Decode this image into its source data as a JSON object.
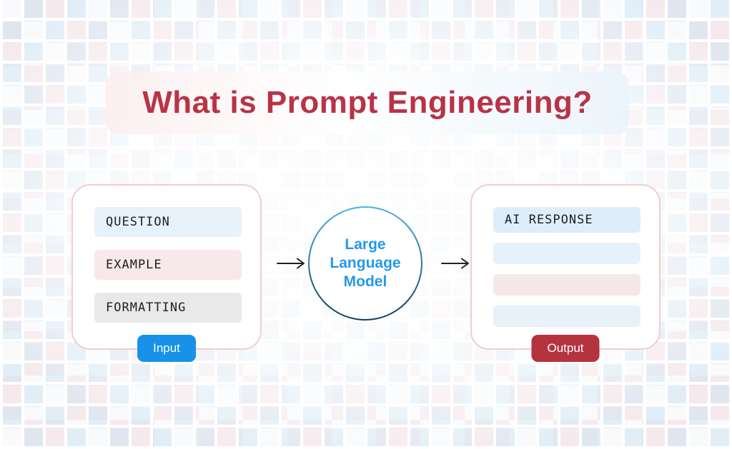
{
  "title": "What is Prompt Engineering?",
  "input_card": {
    "items": [
      {
        "label": "QUESTION",
        "color": "#e7f2fb"
      },
      {
        "label": "EXAMPLE",
        "color": "#f7e9e9"
      },
      {
        "label": "FORMATTING",
        "color": "#e9e9ea"
      }
    ],
    "badge": "Input"
  },
  "model": {
    "lines": [
      "Large",
      "Language",
      "Model"
    ],
    "text_color": "#2499ec"
  },
  "output_card": {
    "response_label": "AI RESPONSE",
    "placeholder_bars": [
      {
        "color": "#e5f2fb"
      },
      {
        "color": "#f6e8e8"
      },
      {
        "color": "#e8f1f8"
      }
    ],
    "badge": "Output"
  },
  "colors": {
    "title_red": "#b93347",
    "input_badge_blue": "#1792e8",
    "output_badge_red": "#b5333f",
    "card_border_pink": "#f1ccd2"
  },
  "icons": {
    "arrow": "arrow-right-icon"
  }
}
